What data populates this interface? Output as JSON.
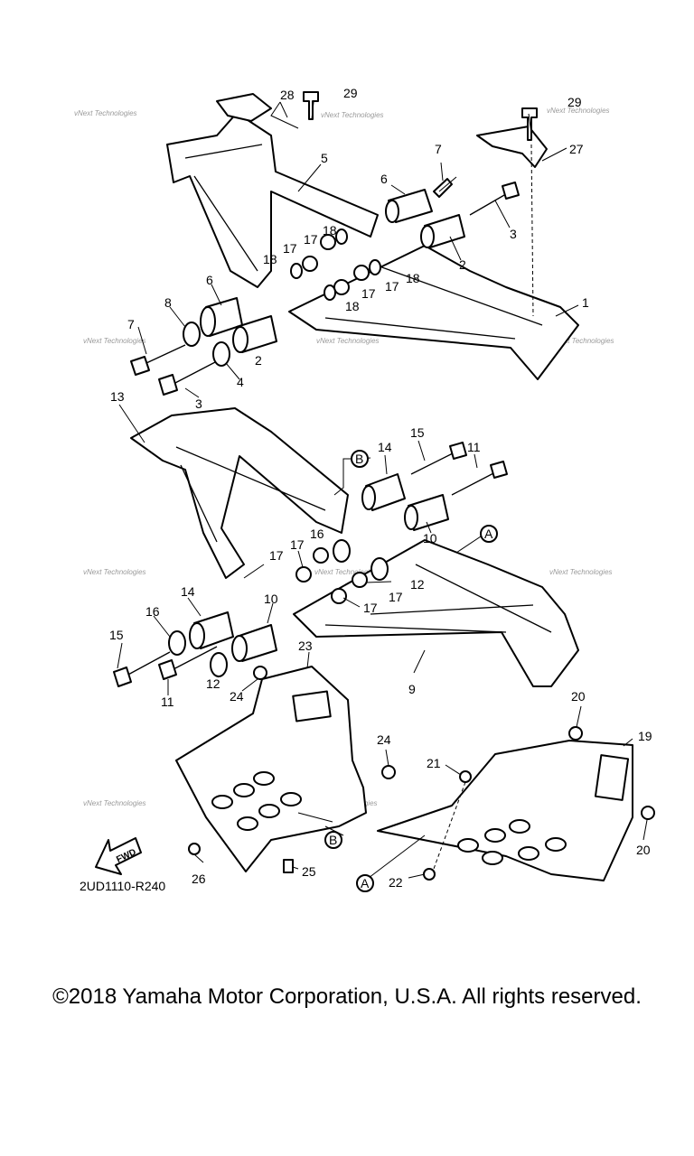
{
  "diagram": {
    "code": "2UD1110-R240",
    "fwd_label": "FWD",
    "watermark": "vNext Technologies",
    "ref_letters": {
      "a": "A",
      "b": "B"
    },
    "callouts": [
      "1",
      "2",
      "3",
      "4",
      "5",
      "6",
      "7",
      "8",
      "9",
      "10",
      "11",
      "12",
      "13",
      "14",
      "15",
      "16",
      "17",
      "18",
      "19",
      "20",
      "21",
      "22",
      "23",
      "24",
      "25",
      "26",
      "27",
      "28",
      "29"
    ]
  },
  "footer": {
    "copyright": "©2018 Yamaha Motor Corporation, U.S.A. All rights reserved."
  }
}
